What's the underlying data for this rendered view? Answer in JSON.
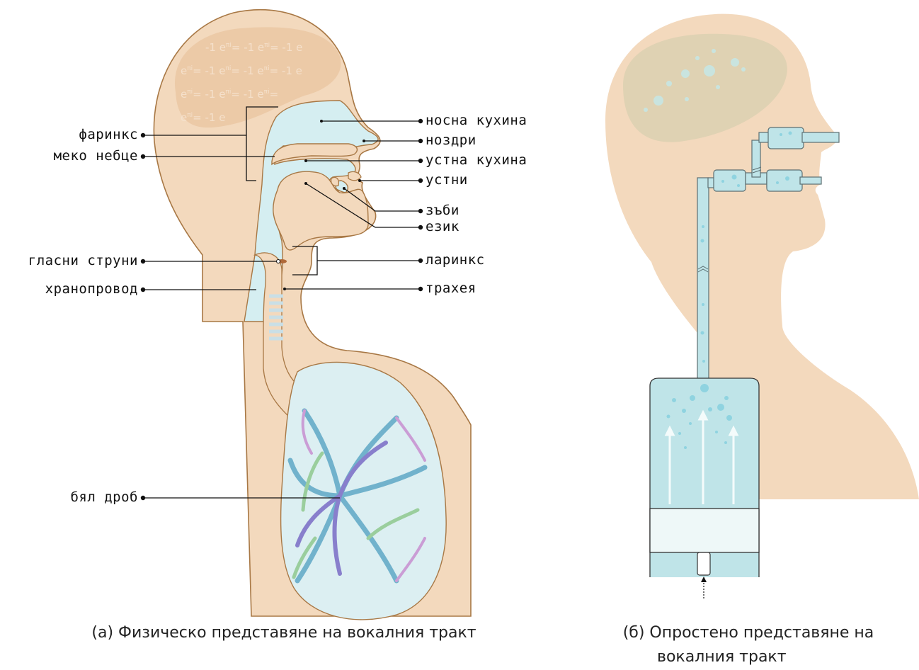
{
  "labels_left": {
    "pharynx": "фаринкс",
    "soft_palate": "меко небце",
    "vocal_cords": "гласни струни",
    "esophagus": "хранопровод",
    "lung": "бял дроб"
  },
  "labels_right": {
    "nasal_cavity": "носна кухина",
    "nostrils": "ноздри",
    "oral_cavity": "устна кухина",
    "lips": "устни",
    "teeth": "зъби",
    "tongue": "език",
    "larynx": "ларинкс",
    "trachea": "трахея"
  },
  "brain_formula": "e^πi = -1",
  "captions": {
    "a": "(а) Физическо представяне на вокалния тракт",
    "b_line1": "(б) Опростено представяне на",
    "b_line2": "вокалния тракт"
  },
  "colors": {
    "skin": "#f3d9bd",
    "outline": "#a87845",
    "airway": "#d5eef1",
    "brain": "#e9c4a0",
    "lung_fill": "#dceff2",
    "simplified_fluid": "#bfe4e8",
    "bubbles": "#8fd3e0"
  }
}
